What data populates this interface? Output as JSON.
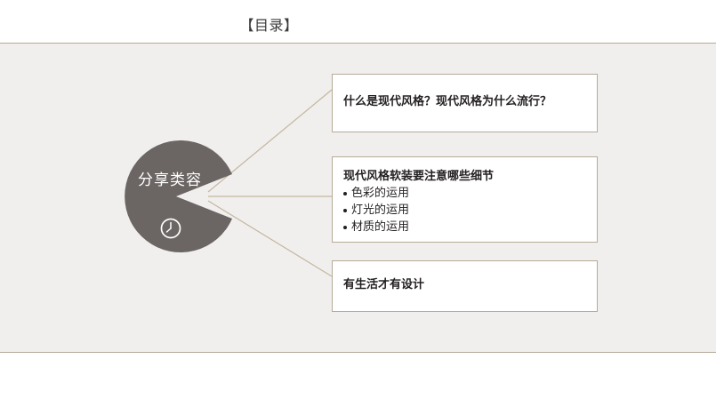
{
  "slide": {
    "title": "【目录】",
    "panel_bg": "#f0efed",
    "border_color": "#b7aa98",
    "hub_color": "#6b6664"
  },
  "hub": {
    "label": "分享类容",
    "icon": "clock-icon"
  },
  "cards": [
    {
      "heading": "什么是现代风格？现代风格为什么流行？",
      "bullets": []
    },
    {
      "heading": "现代风格软装要注意哪些细节",
      "bullets": [
        "色彩的运用",
        "灯光的运用",
        "材质的运用"
      ]
    },
    {
      "heading": "有生活才有设计",
      "bullets": []
    }
  ]
}
